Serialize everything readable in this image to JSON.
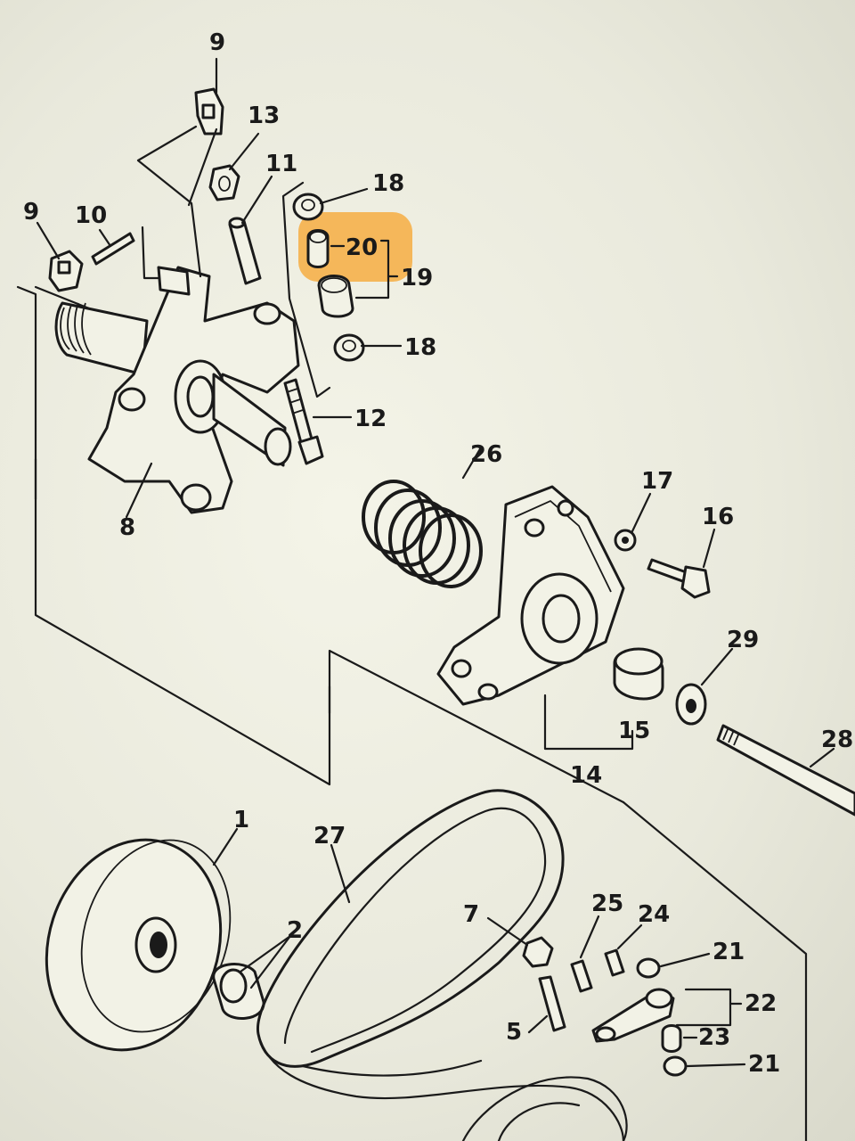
{
  "diagram": {
    "highlight_color": "#f5b75a",
    "labels": [
      {
        "id": "label-9-top",
        "text": "9"
      },
      {
        "id": "label-13",
        "text": "13"
      },
      {
        "id": "label-11",
        "text": "11"
      },
      {
        "id": "label-18-top",
        "text": "18"
      },
      {
        "id": "label-9-left",
        "text": "9"
      },
      {
        "id": "label-10",
        "text": "10"
      },
      {
        "id": "label-20",
        "text": "20"
      },
      {
        "id": "label-19",
        "text": "19"
      },
      {
        "id": "label-18-mid",
        "text": "18"
      },
      {
        "id": "label-12",
        "text": "12"
      },
      {
        "id": "label-8",
        "text": "8"
      },
      {
        "id": "label-26",
        "text": "26"
      },
      {
        "id": "label-17",
        "text": "17"
      },
      {
        "id": "label-16",
        "text": "16"
      },
      {
        "id": "label-29",
        "text": "29"
      },
      {
        "id": "label-15",
        "text": "15"
      },
      {
        "id": "label-14",
        "text": "14"
      },
      {
        "id": "label-28",
        "text": "28"
      },
      {
        "id": "label-1",
        "text": "1"
      },
      {
        "id": "label-27",
        "text": "27"
      },
      {
        "id": "label-2",
        "text": "2"
      },
      {
        "id": "label-7",
        "text": "7"
      },
      {
        "id": "label-25",
        "text": "25"
      },
      {
        "id": "label-24",
        "text": "24"
      },
      {
        "id": "label-21-top",
        "text": "21"
      },
      {
        "id": "label-22",
        "text": "22"
      },
      {
        "id": "label-5",
        "text": "5"
      },
      {
        "id": "label-23",
        "text": "23"
      },
      {
        "id": "label-21-bottom",
        "text": "21"
      }
    ]
  }
}
